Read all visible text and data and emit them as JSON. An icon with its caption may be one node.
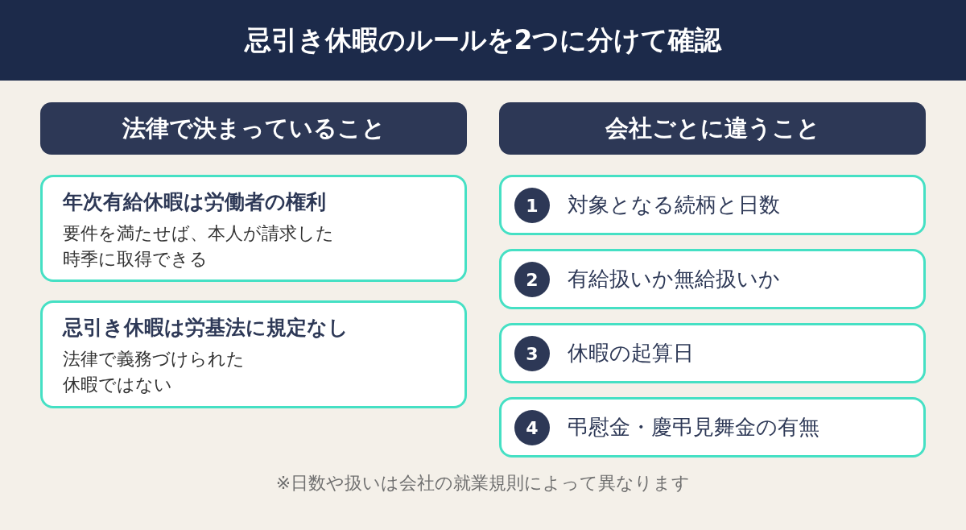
{
  "diagram": {
    "title": "忌引き休暇のルールを2つに分けて確認",
    "caption": "※日数や扱いは会社の就業規則によって異なります",
    "nodes": [
      {
        "text": [
          "法律で決まっていること"
        ]
      },
      {
        "text": [
          "年次有給休暇は労働者の権利",
          "要件を満たせば、本人が請求した時季に取得できる"
        ]
      },
      {
        "text": [
          "忌引き休暇は労基法に規定なし",
          "法律で義務づけられた休暇ではない"
        ]
      },
      {
        "text": [
          "会社ごとに違うこと"
        ]
      },
      {
        "text": [
          "対象となる続柄と日数"
        ]
      },
      {
        "text": [
          "1"
        ],
        "in": 4
      },
      {
        "text": [
          "有給扱いか無給扱いか"
        ]
      },
      {
        "text": [
          "2"
        ],
        "in": 6
      },
      {
        "text": [
          "休暇の起算日"
        ]
      },
      {
        "text": [
          "3"
        ],
        "in": 8
      },
      {
        "text": [
          "弔慰金・慶弔見舞金の有無"
        ]
      },
      {
        "text": [
          "4"
        ],
        "in": 10
      }
    ]
  }
}
